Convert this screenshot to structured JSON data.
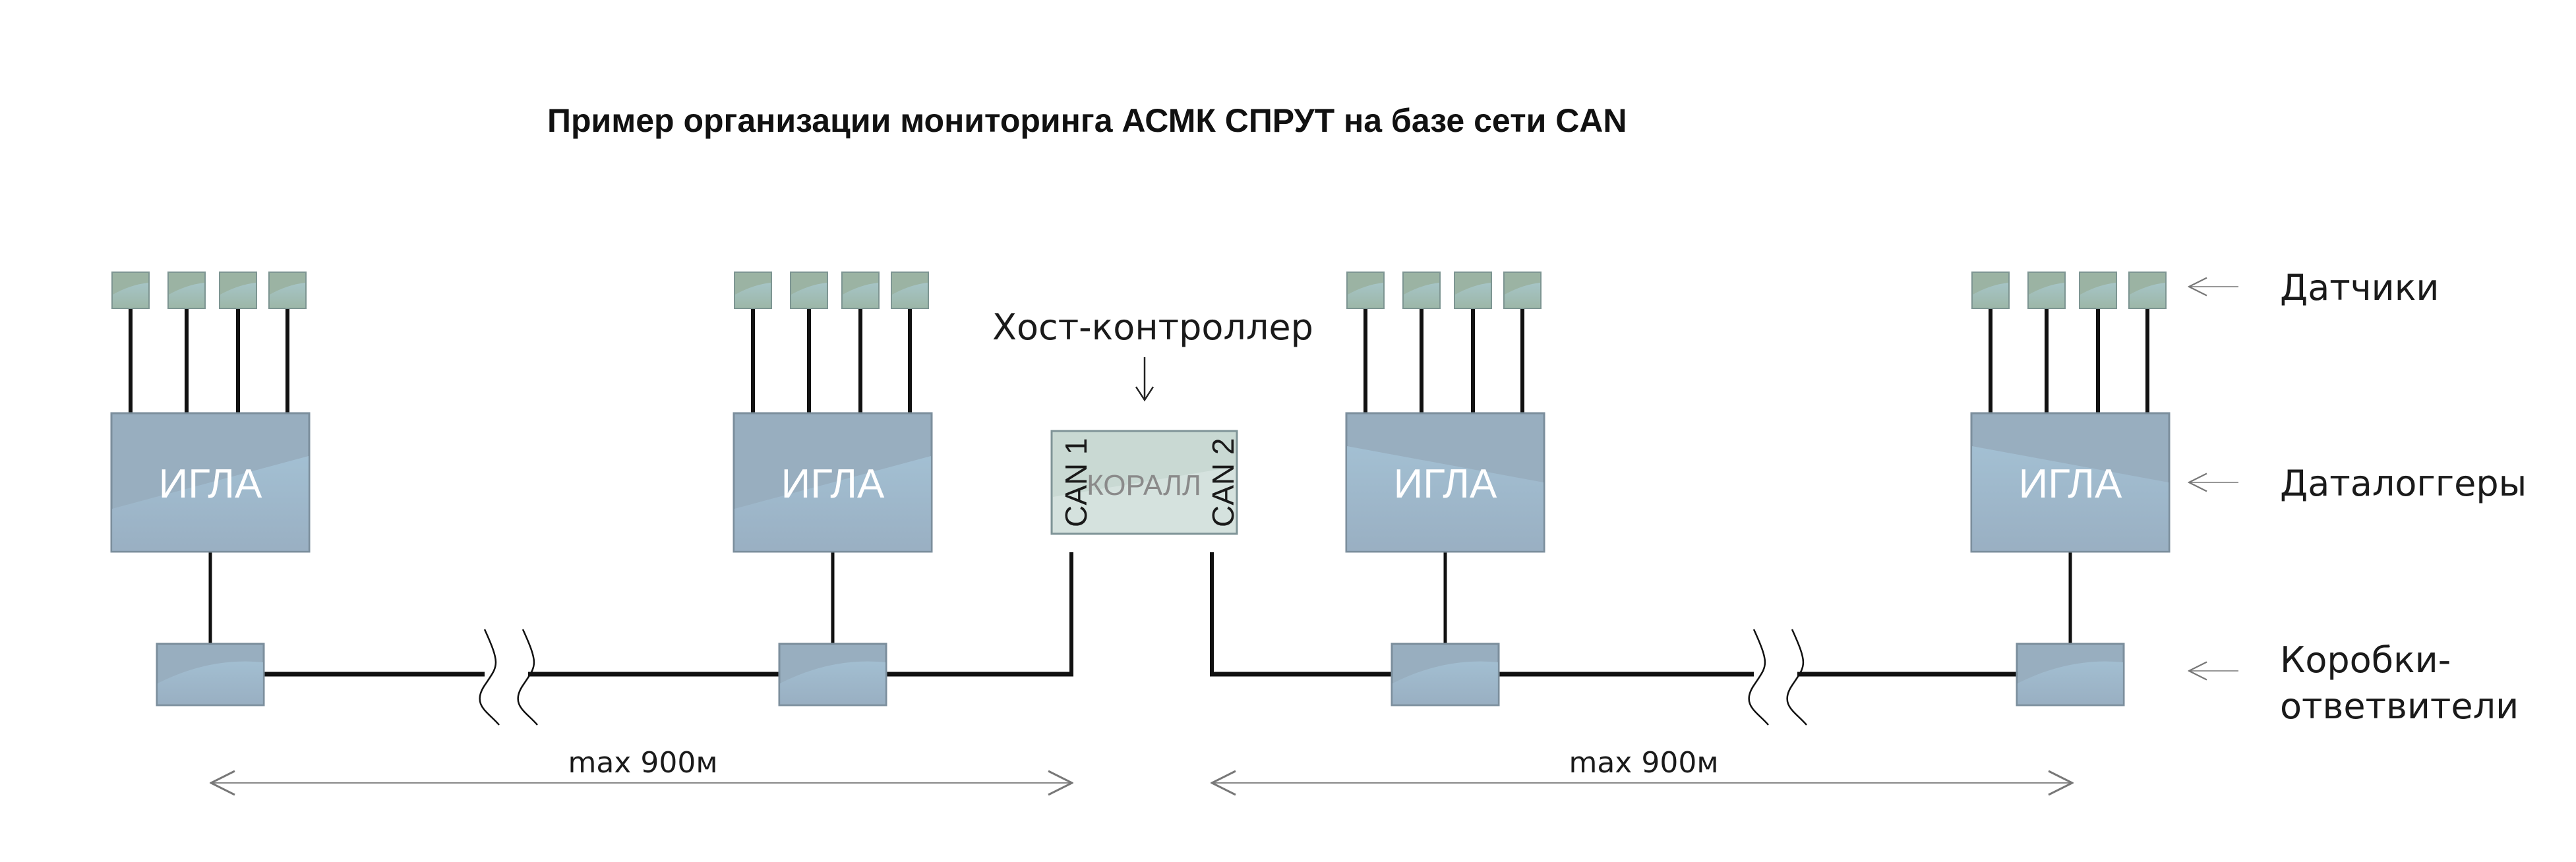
{
  "title": "Пример организации мониторинга АСМК СПРУТ на базе сети CAN",
  "host_controller": {
    "label": "Хост-контроллер",
    "device_name": "КОРАЛЛ",
    "port_left": "CAN 1",
    "port_right": "CAN 2"
  },
  "dataloggers": [
    {
      "name": "ИГЛА",
      "sensors": 4
    },
    {
      "name": "ИГЛА",
      "sensors": 4
    },
    {
      "name": "ИГЛА",
      "sensors": 4
    },
    {
      "name": "ИГЛА",
      "sensors": 4
    }
  ],
  "legend": {
    "sensors": "Датчики",
    "dataloggers": "Даталоггеры",
    "junction_boxes_line1": "Коробки-",
    "junction_boxes_line2": "ответвители"
  },
  "distances": {
    "left": "max 900м",
    "right": "max 900м"
  },
  "colors": {
    "sensor_fill": "#9bb3a3",
    "datalogger_fill": "#98aebf",
    "koral_fill": "#c8d8d2",
    "line": "#111111"
  }
}
